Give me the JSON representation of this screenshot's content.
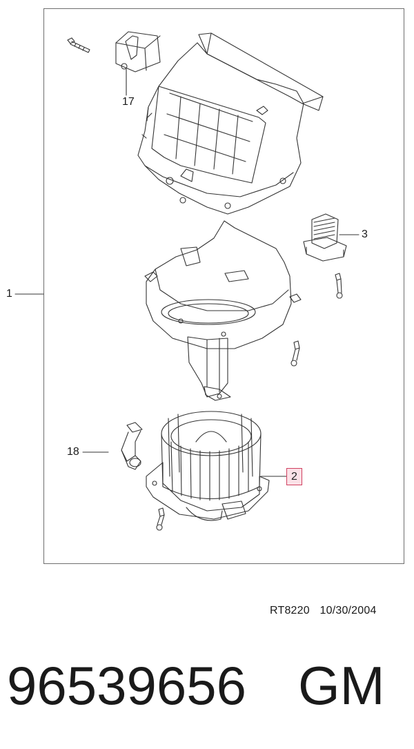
{
  "diagram": {
    "callouts": [
      {
        "id": "1",
        "label": "1"
      },
      {
        "id": "17",
        "label": "17"
      },
      {
        "id": "3",
        "label": "3"
      },
      {
        "id": "18",
        "label": "18"
      },
      {
        "id": "2",
        "label": "2",
        "highlighted": true
      }
    ],
    "highlight_color": "#fbe1e7",
    "highlight_border": "#d04060",
    "line_color": "#333333"
  },
  "footer": {
    "reference_code": "RT8220",
    "date": "10/30/2004",
    "part_number": "96539656",
    "brand": "GM"
  }
}
